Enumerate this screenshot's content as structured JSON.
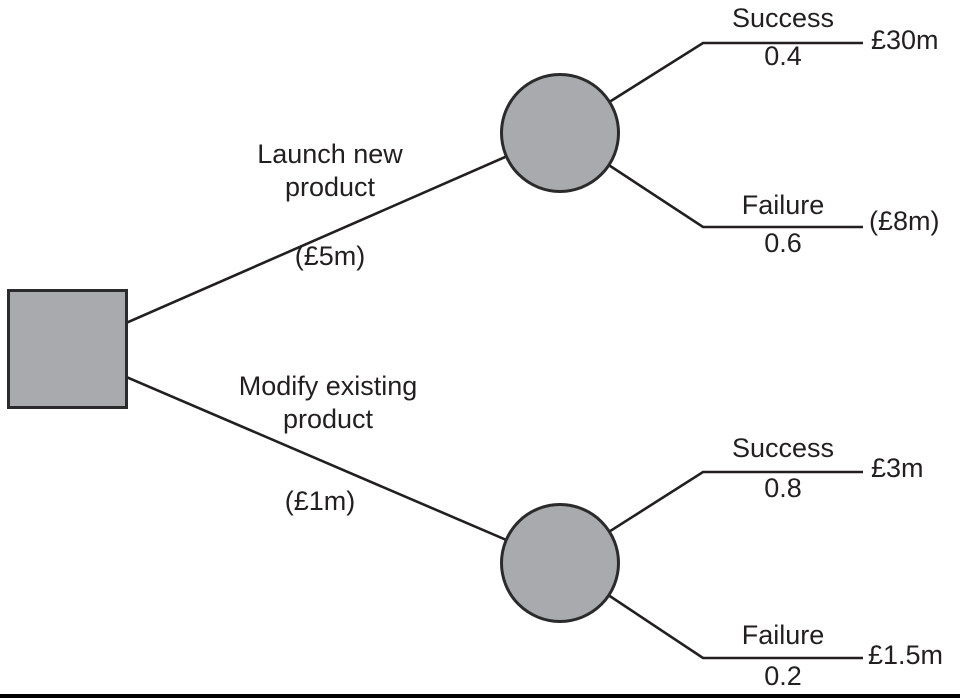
{
  "diagram": {
    "type": "decision-tree",
    "colors": {
      "background": "#ffffff",
      "node_fill": "#a8aaad",
      "node_border": "#2b2b2b",
      "line": "#231f20",
      "text": "#231f20",
      "bottom_rule": "#000000"
    },
    "nodes": {
      "decision": "square",
      "chance_top": "circle",
      "chance_bottom": "circle"
    },
    "branches": [
      {
        "name": "launch",
        "label_line1": "Launch new",
        "label_line2": "product",
        "cost": "(£5m)"
      },
      {
        "name": "modify",
        "label_line1": "Modify existing",
        "label_line2": "product",
        "cost": "(£1m)"
      }
    ],
    "outcomes": {
      "launch_success": {
        "label": "Success",
        "probability": "0.4",
        "payoff": "£30m"
      },
      "launch_failure": {
        "label": "Failure",
        "probability": "0.6",
        "payoff": "(£8m)"
      },
      "modify_success": {
        "label": "Success",
        "probability": "0.8",
        "payoff": "£3m"
      },
      "modify_failure": {
        "label": "Failure",
        "probability": "0.2",
        "payoff": "£1.5m"
      }
    }
  }
}
